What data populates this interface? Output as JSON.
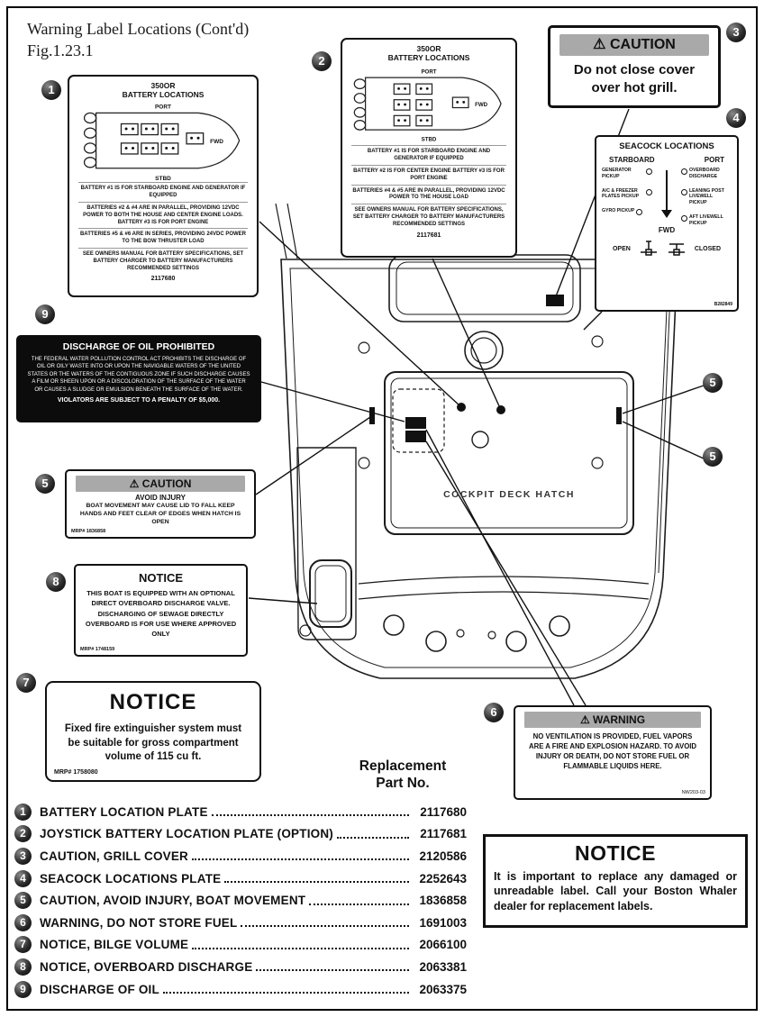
{
  "icons": {
    "warning": "⚠"
  },
  "colors": {
    "caution_bar_gray": "#a9a9a9",
    "label_black_bg": "#0c0c0c"
  },
  "page": {
    "title": "Warning Label Locations (Cont'd)",
    "fig": "Fig.1.23.1"
  },
  "callouts": [
    "1",
    "2",
    "3",
    "4",
    "5",
    "6",
    "7",
    "8",
    "9"
  ],
  "diagram": {
    "hatch_label": "COCKPIT DECK HATCH"
  },
  "label1": {
    "model": "350OR",
    "title": "BATTERY LOCATIONS",
    "port": "PORT",
    "stbd": "STBD",
    "fwd": "FWD",
    "para1": "BATTERY #1 IS FOR STARBOARD ENGINE AND GENERATOR IF EQUIPPED",
    "para2": "BATTERIES #2 & #4 ARE IN PARALLEL, PROVIDING 12VDC POWER TO BOTH THE HOUSE AND CENTER ENGINE LOADS. BATTERY #3 IS FOR PORT ENGINE",
    "para3": "BATTERIES #5 & #6 ARE IN SERIES, PROVIDING 24VDC POWER TO THE BOW THRUSTER LOAD",
    "para4": "SEE OWNERS MANUAL FOR BATTERY SPECIFICATIONS, SET BATTERY CHARGER TO BATTERY MANUFACTURERS RECOMMENDED SETTINGS",
    "part_no": "2117680"
  },
  "label2": {
    "model": "350OR",
    "title": "BATTERY LOCATIONS",
    "port": "PORT",
    "stbd": "STBD",
    "fwd": "FWD",
    "para1": "BATTERY #1 IS FOR STARBOARD ENGINE AND GENERATOR IF EQUIPPED",
    "para2": "BATTERY #2 IS FOR CENTER ENGINE BATTERY #3 IS FOR PORT ENGINE",
    "para3": "BATTERIES #4 & #5 ARE IN PARALLEL, PROVIDING 12VDC POWER TO THE HOUSE LOAD",
    "para4": "SEE OWNERS MANUAL FOR BATTERY SPECIFICATIONS, SET BATTERY CHARGER TO BATTERY MANUFACTURERS RECOMMENDED SETTINGS",
    "part_no": "2117681"
  },
  "label3": {
    "header": "CAUTION",
    "body": "Do not close cover over hot grill."
  },
  "label4": {
    "title": "SEACOCK LOCATIONS",
    "starboard": "STARBOARD",
    "port": "PORT",
    "left_items": [
      "GENERATOR PICKUP",
      "A/C & FREEZER PLATES PICKUP",
      "GYRO PICKUP"
    ],
    "right_items": [
      "OVERBOARD DISCHARGE",
      "LEANING POST LIVEWELL PICKUP",
      "AFT LIVEWELL PICKUP"
    ],
    "fwd": "FWD",
    "open": "OPEN",
    "closed": "CLOSED",
    "part_no": "B282849"
  },
  "label5": {
    "header": "CAUTION",
    "title": "AVOID INJURY",
    "body": "BOAT MOVEMENT MAY CAUSE LID TO FALL KEEP HANDS AND FEET CLEAR OF EDGES WHEN HATCH IS OPEN",
    "mrp": "MRP# 1836858"
  },
  "label6": {
    "header": "WARNING",
    "body": "NO VENTILATION IS PROVIDED, FUEL VAPORS ARE A FIRE AND EXPLOSION HAZARD. TO AVOID INJURY OR DEATH, DO NOT STORE FUEL OR FLAMMABLE LIQUIDS HERE.",
    "code": "NW203-03"
  },
  "label7": {
    "title": "NOTICE",
    "body": "Fixed fire extinguisher system must be suitable for gross compartment volume of 115 cu ft.",
    "mrp": "MRP# 1758080"
  },
  "label8": {
    "title": "NOTICE",
    "body": "THIS BOAT IS EQUIPPED WITH AN OPTIONAL DIRECT OVERBOARD DISCHARGE VALVE. DISCHARGING OF SEWAGE DIRECTLY OVERBOARD IS FOR USE WHERE APPROVED ONLY",
    "mrp": "MRP# 1748159"
  },
  "label9": {
    "title": "DISCHARGE OF OIL PROHIBITED",
    "body": "THE FEDERAL WATER POLLUTION CONTROL ACT PROHIBITS THE DISCHARGE OF OIL OR OILY WASTE INTO OR UPON THE NAVIGABLE WATERS OF THE UNITED STATES OR THE WATERS OF THE CONTIGUOUS ZONE IF SUCH DISCHARGE CAUSES A FILM OR SHEEN UPON OR A DISCOLORATION OF THE SURFACE OF THE WATER OR CAUSES A SLUDGE OR EMULSION BENEATH THE SURFACE OF THE WATER.",
    "footer": "VIOLATORS ARE SUBJECT TO A PENALTY OF $5,000."
  },
  "parts": {
    "header_line1": "Replacement",
    "header_line2": "Part No.",
    "items": [
      {
        "num": "1",
        "name": "BATTERY LOCATION PLATE",
        "part": "2117680"
      },
      {
        "num": "2",
        "name": "JOYSTICK BATTERY LOCATION PLATE (OPTION)",
        "part": "2117681"
      },
      {
        "num": "3",
        "name": "CAUTION, GRILL COVER",
        "part": "2120586"
      },
      {
        "num": "4",
        "name": "SEACOCK LOCATIONS PLATE",
        "part": "2252643"
      },
      {
        "num": "5",
        "name": "CAUTION, AVOID INJURY, BOAT MOVEMENT",
        "part": "1836858"
      },
      {
        "num": "6",
        "name": "WARNING, DO NOT STORE FUEL",
        "part": "1691003"
      },
      {
        "num": "7",
        "name": "NOTICE, BILGE VOLUME",
        "part": "2066100"
      },
      {
        "num": "8",
        "name": "NOTICE, OVERBOARD DISCHARGE",
        "part": "2063381"
      },
      {
        "num": "9",
        "name": "DISCHARGE OF OIL",
        "part": "2063375"
      }
    ]
  },
  "notice_box": {
    "title": "NOTICE",
    "body": "It is important to replace any damaged or unreadable label. Call your Boston Whaler dealer for replacement labels."
  }
}
